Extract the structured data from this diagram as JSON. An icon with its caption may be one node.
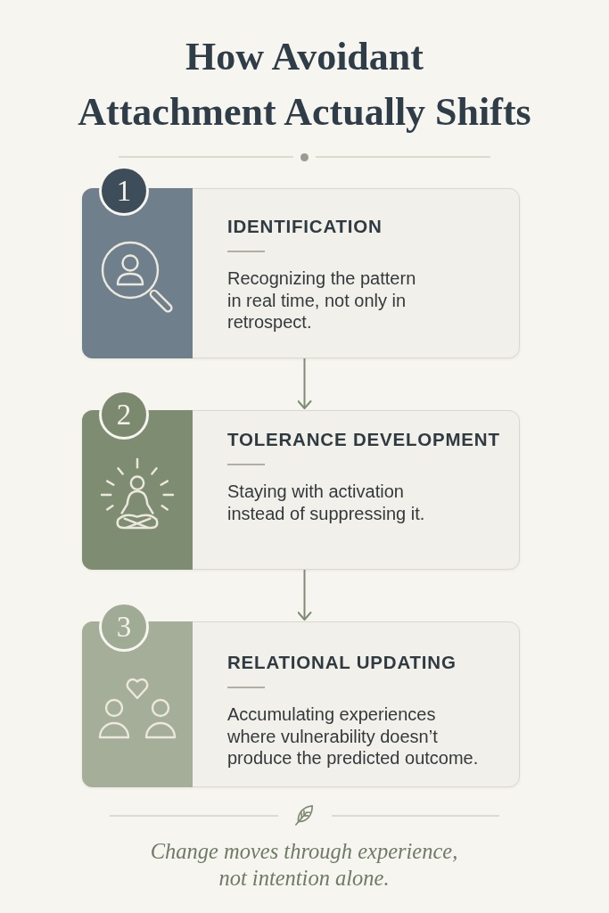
{
  "diagram": {
    "title": "How Avoidant Attachment Actually Shifts",
    "nodes": [
      {
        "text": [
          "1"
        ]
      },
      {
        "text": [
          "IDENTIFICATION",
          "Recognizing the pattern in real time, not only in retrospect."
        ]
      },
      {
        "text": [
          "2"
        ]
      },
      {
        "text": [
          "TOLERANCE DEVELOPMENT",
          "Staying with activation instead of suppressing it."
        ]
      },
      {
        "text": [
          "3"
        ]
      },
      {
        "text": [
          "RELATIONAL UPDATING",
          "Accumulating experiences where vulnerability doesn’t produce the predicted outcome."
        ]
      }
    ],
    "edges": [
      {
        "from": 1,
        "to": 3,
        "arrow": "to"
      },
      {
        "from": 3,
        "to": 5,
        "arrow": "to"
      }
    ],
    "caption": "Change moves through experience, not intention alone."
  }
}
